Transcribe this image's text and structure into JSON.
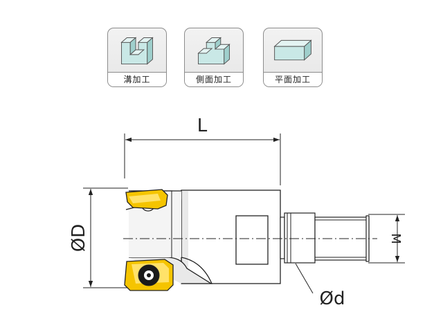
{
  "operations": [
    {
      "label": "溝加工",
      "icon": "slot-machining-icon"
    },
    {
      "label": "側面加工",
      "icon": "side-machining-icon"
    },
    {
      "label": "平面加工",
      "icon": "face-machining-icon"
    }
  ],
  "dimensions": {
    "length": "L",
    "cutter_diameter": "ØD",
    "shank_diameter": "Ød",
    "thread": "M"
  },
  "colors": {
    "workpiece": "#c9e8e6",
    "insert": "#f5c400",
    "body_shade": "#e9e9e9",
    "outline": "#222222"
  }
}
